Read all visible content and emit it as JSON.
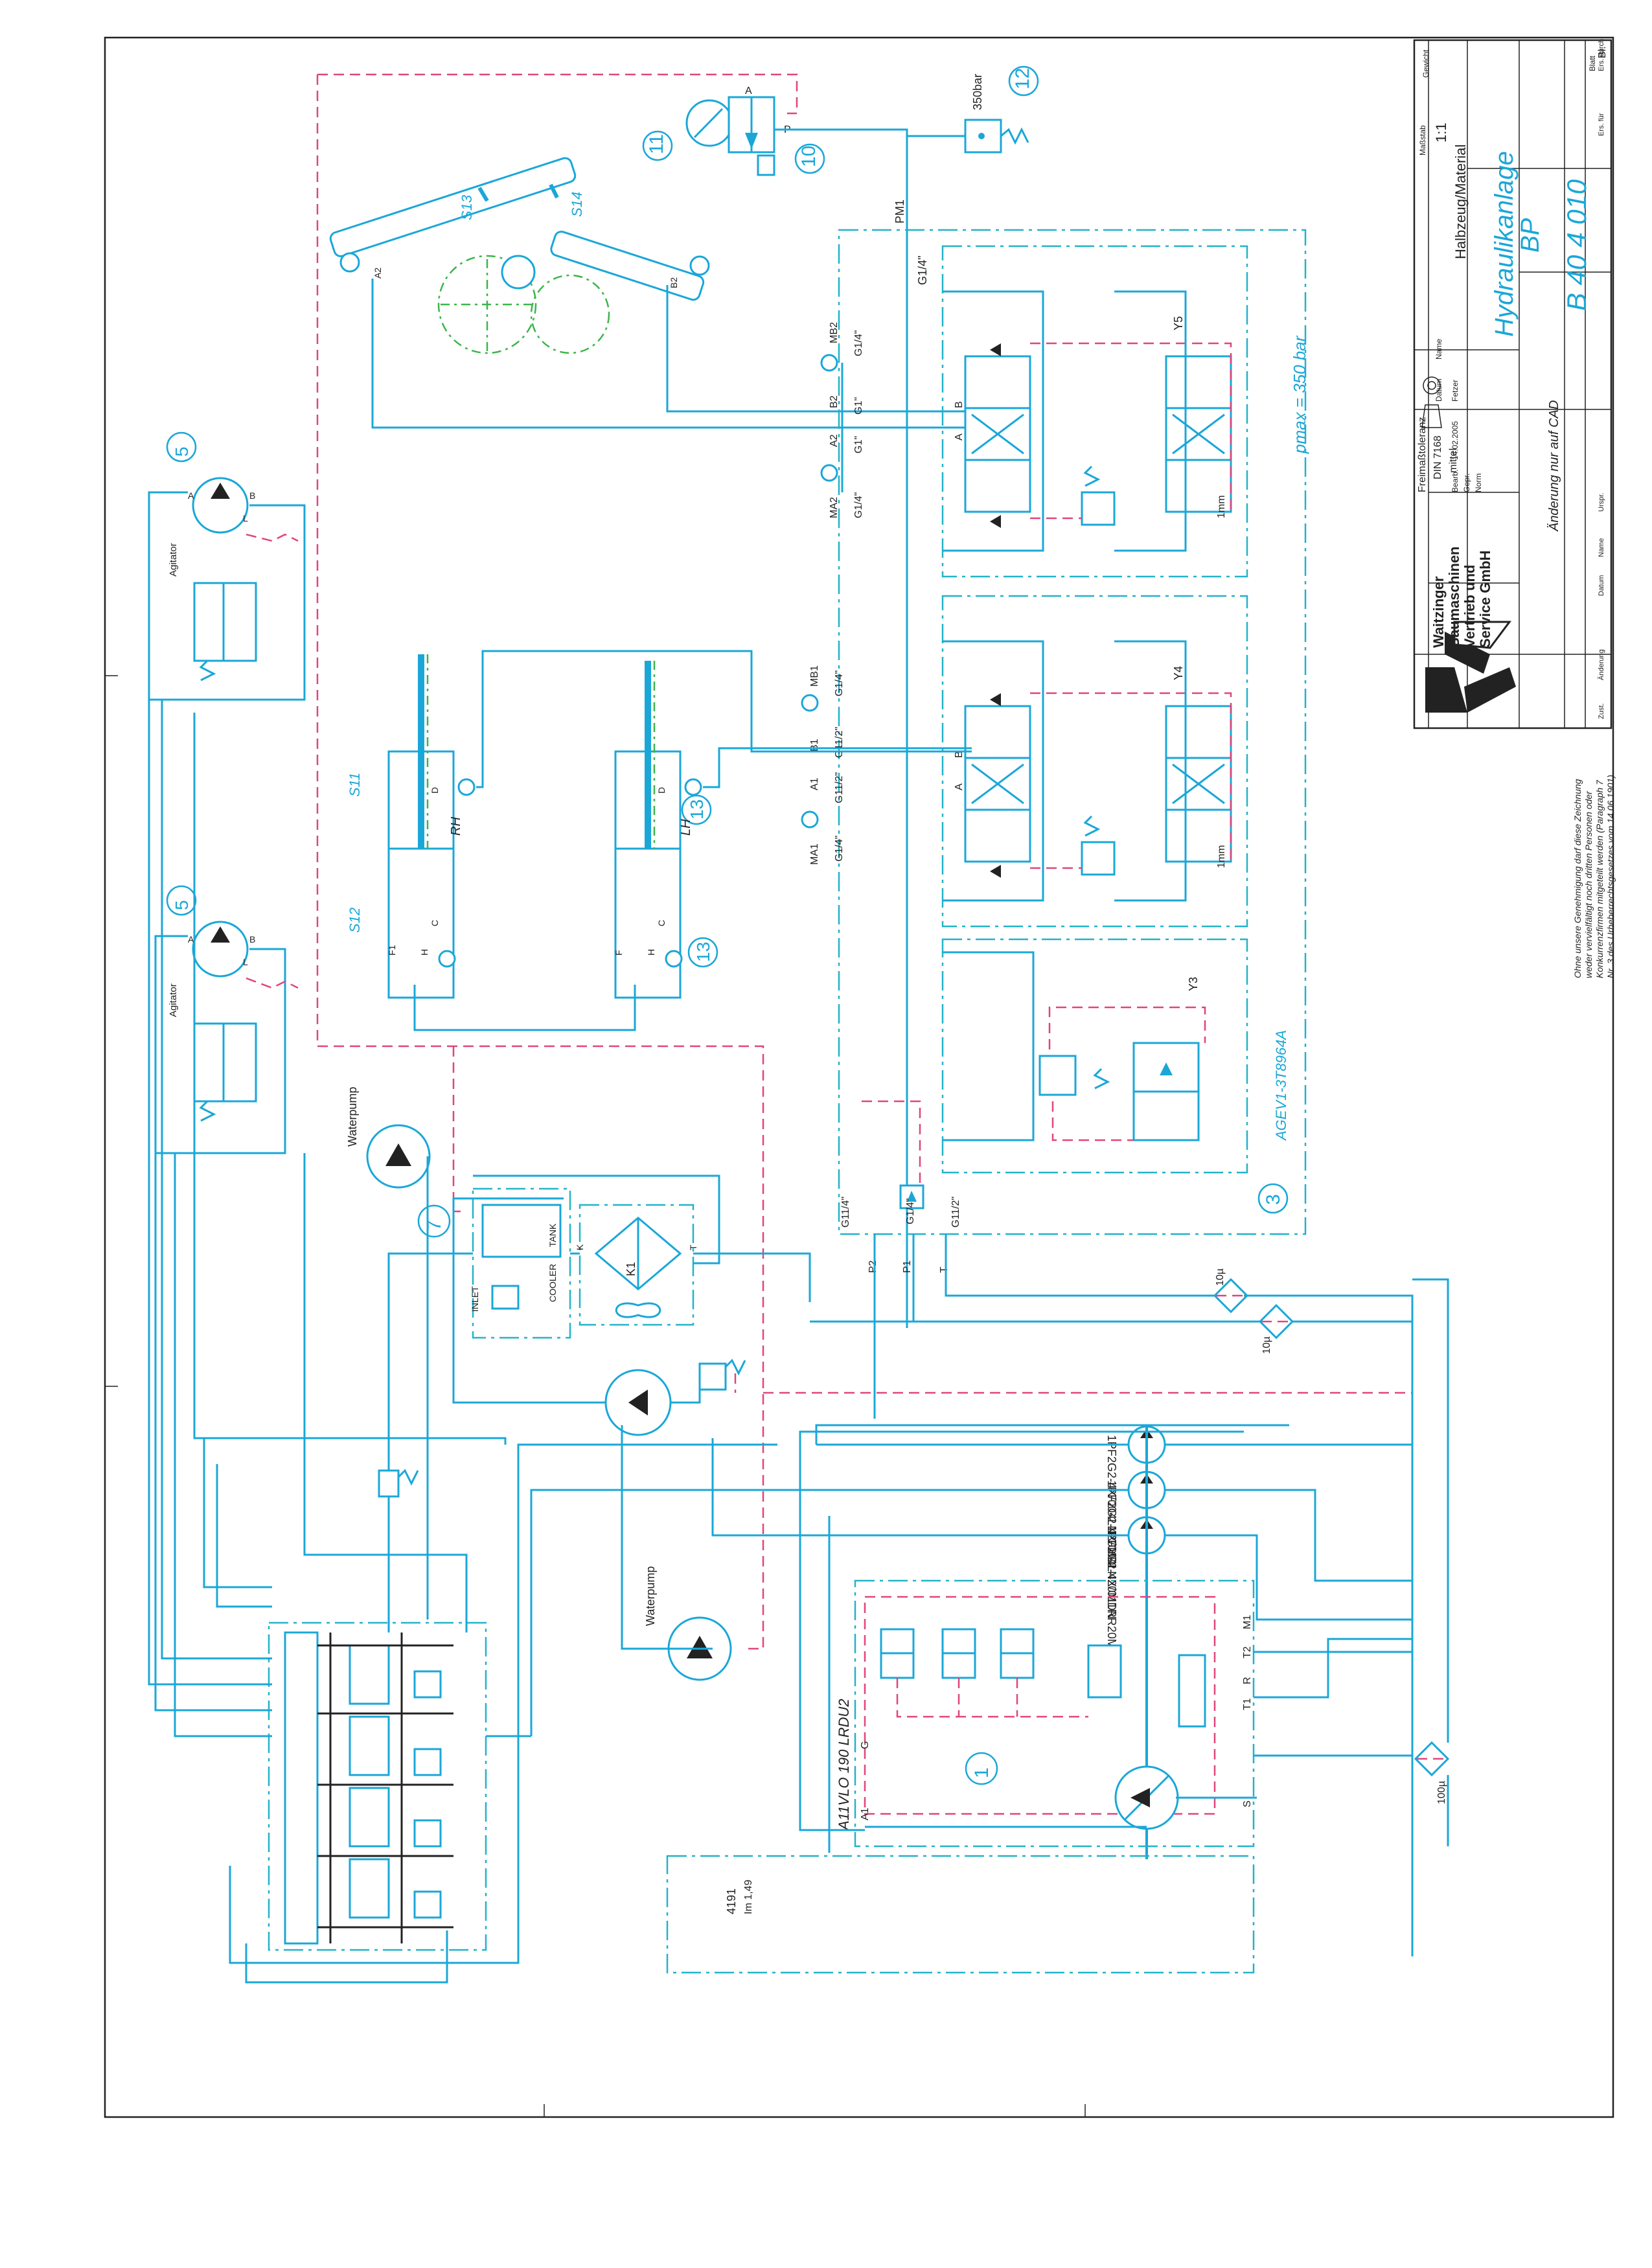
{
  "title_block": {
    "company_lines": [
      "Waitzinger",
      "Baumaschinen",
      "Vertrieb und",
      "Service GmbH"
    ],
    "tolerance_lines": [
      "Freimaßtoleranz",
      "DIN 7168",
      "mittel"
    ],
    "scale_label": "Maßstab",
    "scale_value": "1:1",
    "weight_label": "Gewicht",
    "material_label": "Halbzeug/Material",
    "title_line1": "Hydraulikanlage",
    "title_line2": "BP",
    "drawing_number": "B 40 4 010",
    "sheet_label": "Blatt",
    "sheet_value": "Bl.",
    "table_headers": [
      "Datum",
      "Name"
    ],
    "table_rows": [
      [
        "Bearb.",
        "14.02.2005",
        "Fetzer"
      ],
      [
        "Gepr.",
        "",
        ""
      ],
      [
        "Norm",
        "",
        ""
      ]
    ],
    "revision_headers": [
      "Zust.",
      "Änderung",
      "Datum",
      "Name",
      "Urspr.",
      "Ers. für",
      "Ers. durch"
    ],
    "cad_note": "Änderung nur auf CAD",
    "copyright_lines": [
      "Ohne unsere Genehmigung darf diese Zeichnung",
      "weder vervielfältigt noch dritten Personen oder",
      "Konkurrenzfirmen mitgeteilt werden (Paragraph 7",
      "Nr. 3 des Urheberrechtsgesetzes vom 14.06.1901)"
    ]
  },
  "labels": {
    "gauge_item": "11",
    "valve_item": "10",
    "switch_item": "12",
    "switch_pressure": "350bar",
    "pm1": "PM1",
    "g14": "G1/4\"",
    "g1": "G1\"",
    "g112": "G11/2\"",
    "a2": "A2",
    "b2": "B2",
    "ma2": "MA2",
    "mb2": "MB2",
    "a1": "A1",
    "b1": "B1",
    "ma1": "MA1",
    "mb1": "MB1",
    "y5": "Y5",
    "y4": "Y4",
    "y3": "Y3",
    "one_mm": "1mm",
    "pmax": "pmax = 350 bar",
    "s13": "S13",
    "s14": "S14",
    "s11": "S11",
    "s12": "S12",
    "rh": "RH",
    "lh": "LH",
    "item13": "13",
    "item5": "5",
    "agitator": "Agitator",
    "waterpump": "Waterpump",
    "item7": "7",
    "inlet": "INLET",
    "cooler": "COOLER",
    "tank": "TANK",
    "k1": "K1",
    "k": "K",
    "t": "T",
    "ageva": "AGEV1-3T8964A",
    "item3": "3",
    "p1": "P1",
    "p2": "P2",
    "g1114": "G11/4\"",
    "filter10a": "10µ",
    "filter10b": "10µ",
    "filter100": "100µ",
    "pump_a": "1PF2G2-4X/004LN20MDL",
    "pump_b": "1PF2G2-4X/004LN20MDN",
    "pump_c": "1PF2G2-4X/011RR20MRK",
    "main_pump": "A11VLO 190 LRDU2",
    "item1": "1",
    "port_labels": [
      "G",
      "A1",
      "S",
      "T1",
      "R",
      "T2",
      "M1"
    ],
    "tank_code_1": "4191",
    "tank_code_2": "Im 1,49",
    "port_a": "A",
    "port_b": "B",
    "port_l": "L",
    "port_p": "P",
    "port_tt": "T",
    "port_c": "C",
    "port_d": "D",
    "port_f": "F",
    "port_h": "H",
    "port_f1": "F1"
  },
  "colors": {
    "pressure_line": "#1aa7d8",
    "pilot_line": "#e0457c",
    "group_border": "#22b3c9",
    "mechanism": "#3cb54a",
    "ink": "#222222"
  },
  "icons": [
    "company-logo",
    "projection-symbol",
    "pressure-gauge-icon",
    "pressure-switch-icon",
    "hydraulic-motor-icon",
    "pump-icon",
    "cooler-fan-icon",
    "filter-icon",
    "directional-valve-icon",
    "cylinder-icon"
  ]
}
